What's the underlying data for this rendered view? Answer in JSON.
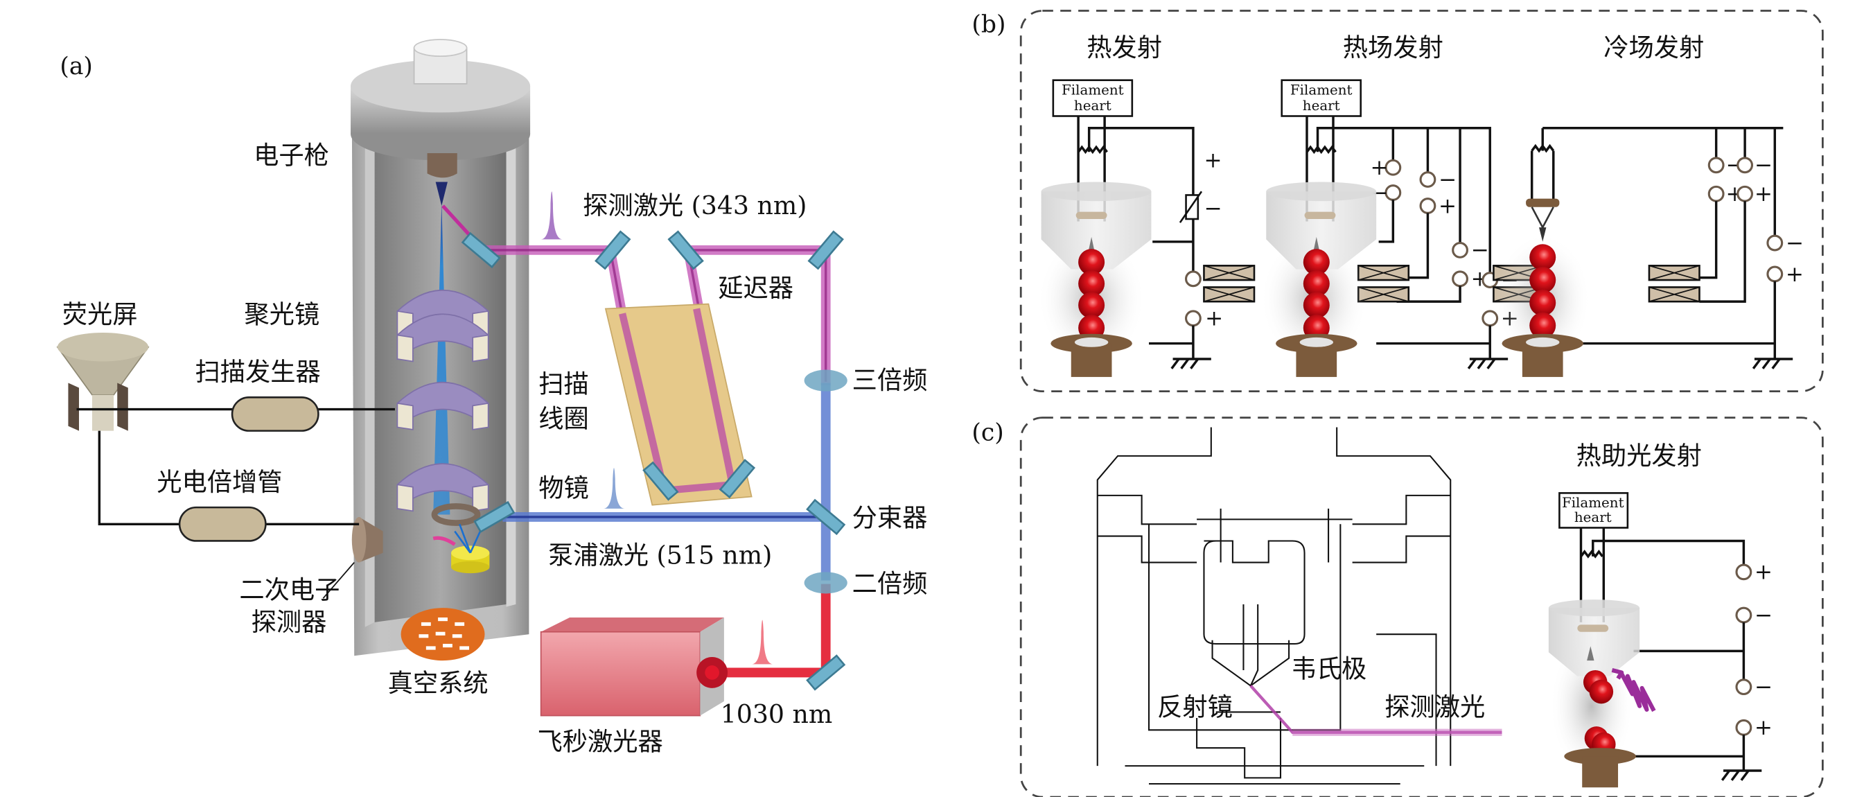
{
  "panels": {
    "a": {
      "label": "(a)",
      "labels": {
        "electron_gun": "电子枪",
        "fluorescent_screen": "荧光屏",
        "condenser_lens": "聚光镜",
        "scan_generator": "扫描发生器",
        "scan_coil_line1": "扫描",
        "scan_coil_line2": "线圈",
        "photomultiplier": "光电倍增管",
        "objective_lens": "物镜",
        "secondary_detector_line1": "二次电子",
        "secondary_detector_line2": "探测器",
        "vacuum_system": "真空系统",
        "probe_laser": "探测激光 (343 nm)",
        "delay_line": "延迟器",
        "third_harmonic": "三倍频",
        "beam_splitter": "分束器",
        "pump_laser": "泵浦激光 (515 nm)",
        "second_harmonic": "二倍频",
        "fs_laser": "飞秒激光器",
        "fundamental_wavelength": "1030 nm"
      },
      "colors": {
        "probe_beam": "#b040a8",
        "pump_beam": "#3f63b8",
        "fundamental_beam": "#e2172b",
        "electron_beam": "#2a86d4",
        "column": "#b4b4b4",
        "lens_coil": "#9a8cc0",
        "delay_stage": "#e6c98a",
        "laser_body": "#e98089",
        "sample": "#e8d92a"
      }
    },
    "b": {
      "label": "(b)",
      "columns": [
        {
          "title": "热发射",
          "filament_box": [
            "Filament",
            "heart"
          ],
          "terminal_signs": [
            "+",
            "−",
            "−",
            "+"
          ]
        },
        {
          "title": "热场发射",
          "filament_box": [
            "Filament",
            "heart"
          ],
          "terminal_signs": [
            "+",
            "−",
            "−",
            "+",
            "−",
            "+",
            "−",
            "+"
          ]
        },
        {
          "title": "冷场发射",
          "filament_box": null,
          "terminal_signs": [
            "−",
            "−",
            "+",
            "+",
            "−",
            "+"
          ]
        }
      ]
    },
    "c": {
      "label": "(c)",
      "labels": {
        "wehnelt": "韦氏极",
        "mirror": "反射镜",
        "probe_laser": "探测激光"
      },
      "title": "热助光发射",
      "filament_box": [
        "Filament",
        "heart"
      ],
      "terminal_signs": [
        "+",
        "−",
        "−",
        "+"
      ]
    }
  }
}
